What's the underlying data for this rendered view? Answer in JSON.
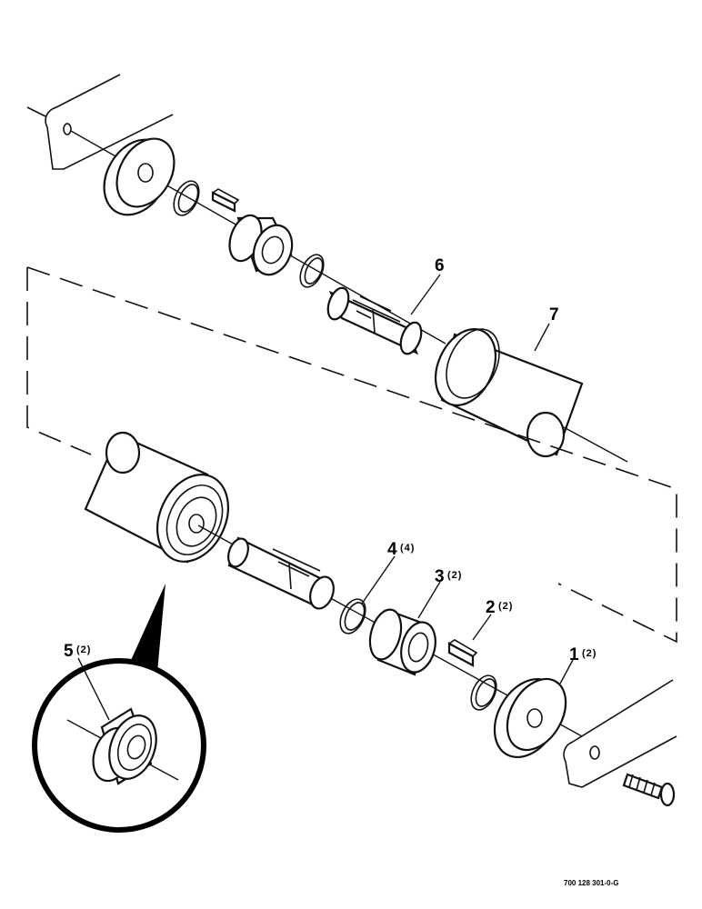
{
  "callouts": {
    "c1": {
      "num": "1",
      "qty": "(2)"
    },
    "c2": {
      "num": "2",
      "qty": "(2)"
    },
    "c3": {
      "num": "3",
      "qty": "(2)"
    },
    "c4": {
      "num": "4",
      "qty": "(4)"
    },
    "c5": {
      "num": "5",
      "qty": "(2)"
    },
    "c6": {
      "num": "6"
    },
    "c7": {
      "num": "7"
    }
  },
  "document_number": "700 128 301-0-G"
}
